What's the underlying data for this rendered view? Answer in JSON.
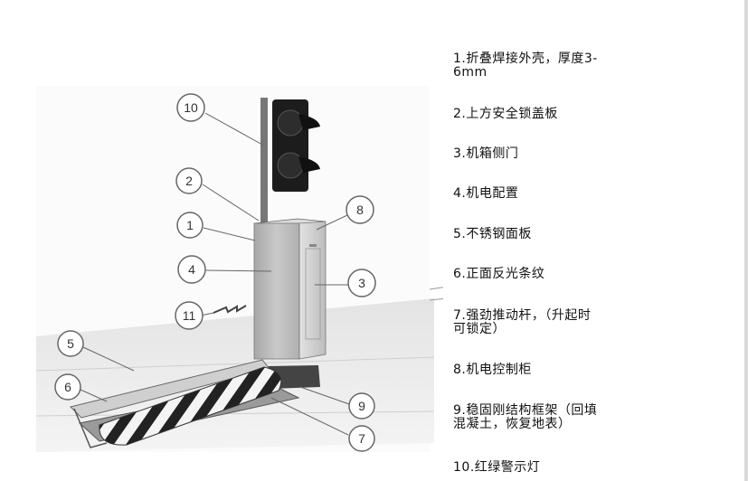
{
  "diagram": {
    "callouts": [
      "1",
      "2",
      "3",
      "4",
      "5",
      "6",
      "7",
      "8",
      "9",
      "10",
      "11"
    ]
  },
  "legend": {
    "items": [
      "1.折叠焊接外壳，厚度3-\n6mm",
      "2.上方安全锁盖板",
      "3.机箱侧门",
      "4.机电配置",
      "5.不锈钢面板",
      "6.正面反光条纹",
      "7.强劲推动杆，（升起时\n可锁定）",
      "8.机电控制柜",
      "9.稳固刚结构框架（回填\n混凝土，恢复地表）",
      "10.红绿警示灯"
    ]
  },
  "colors": {
    "cabinet_face": "#b9b9b9",
    "cabinet_side": "#d2d2d2",
    "ground": "#ededed",
    "light_housing": "#1c1c1c",
    "stripe_dark": "#222222",
    "stripe_light": "#f4f4f4"
  }
}
